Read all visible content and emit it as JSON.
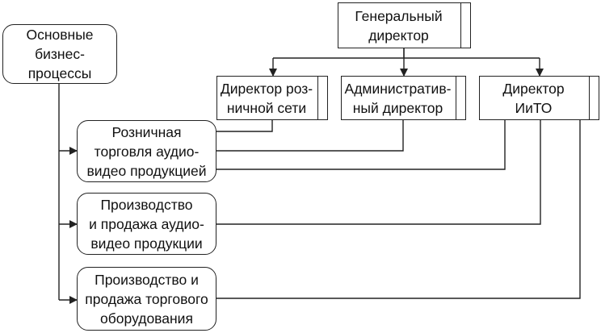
{
  "diagram": {
    "processes_root": {
      "label": "Основные\nбизнес-\nпроцессы"
    },
    "general_director": {
      "label": "Генеральный\nдиректор"
    },
    "directors": [
      {
        "id": "retail",
        "label": "Директор роз-\nничной сети"
      },
      {
        "id": "admin",
        "label": "Административ-\nный директор"
      },
      {
        "id": "iito",
        "label": "Директор\nИиТО"
      }
    ],
    "processes": [
      {
        "id": "p1",
        "label": "Розничная\nторговля аудио-\nвидео продукцией",
        "linked_directors": [
          "retail",
          "admin",
          "iito"
        ]
      },
      {
        "id": "p2",
        "label": "Производство\nи продажа аудио-\nвидео продукции",
        "linked_directors": [
          "iito"
        ]
      },
      {
        "id": "p3",
        "label": "Производство и\nпродажа торгового\nоборудования",
        "linked_directors": [
          "iito"
        ]
      }
    ]
  }
}
